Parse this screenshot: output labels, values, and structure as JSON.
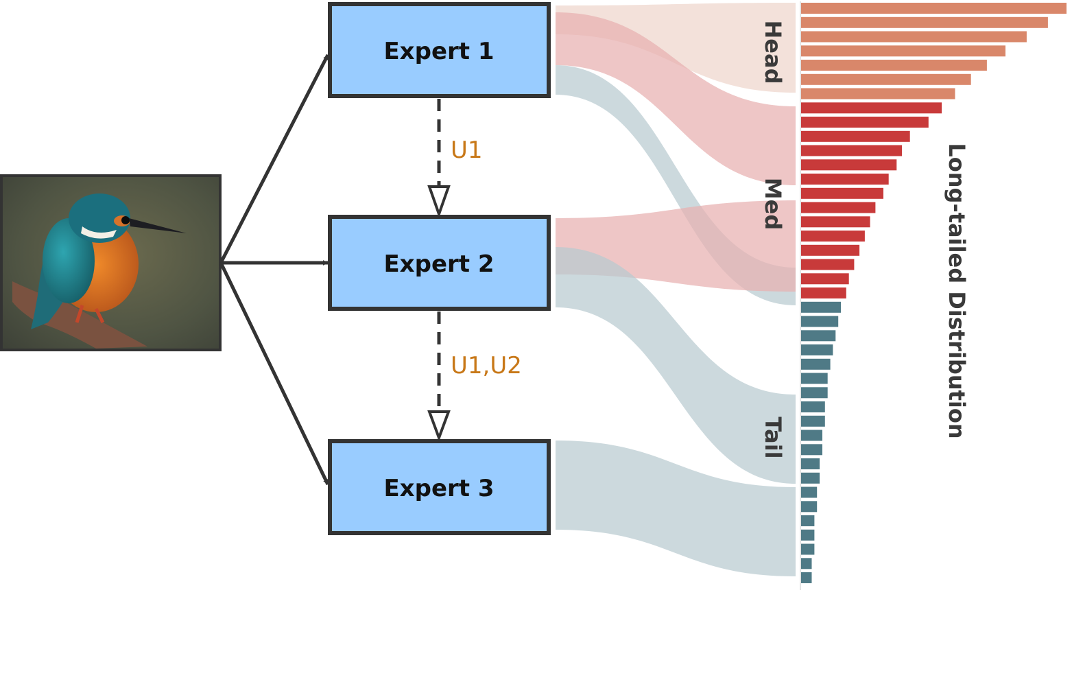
{
  "experts": [
    {
      "id": "e1",
      "label": "Expert 1"
    },
    {
      "id": "e2",
      "label": "Expert 2"
    },
    {
      "id": "e3",
      "label": "Expert 3"
    }
  ],
  "uncertainty_edges": [
    {
      "from": "e1",
      "to": "e2",
      "label": "U1"
    },
    {
      "from": "e2",
      "to": "e3",
      "label": "U1,U2"
    }
  ],
  "groups": [
    {
      "id": "head",
      "label": "Head",
      "color": "#d9876a",
      "flow_color": "#eed6cc"
    },
    {
      "id": "med",
      "label": "Med",
      "color": "#c83a3a",
      "flow_color": "#e8b0b0"
    },
    {
      "id": "tail",
      "label": "Tail",
      "color": "#4f7a86",
      "flow_color": "#b9cbd0"
    }
  ],
  "distribution_title": "Long-tailed Distribution",
  "input_image": {
    "subject": "kingfisher bird photo"
  },
  "colors": {
    "expert_fill": "#99ccff",
    "stroke": "#333333",
    "edge_label": "#c87818"
  },
  "chart_data": {
    "type": "bar",
    "orientation": "horizontal",
    "title": "Long-tailed Distribution",
    "groups": [
      {
        "name": "Head",
        "values": [
          100,
          93,
          85,
          77,
          70,
          64,
          58
        ]
      },
      {
        "name": "Med",
        "values": [
          53,
          48,
          41,
          38,
          36,
          33,
          31,
          28,
          26,
          24,
          22,
          20,
          18,
          17
        ]
      },
      {
        "name": "Tail",
        "values": [
          15,
          14,
          13,
          12,
          11,
          10,
          10,
          9,
          9,
          8,
          8,
          7,
          7,
          6,
          6,
          5,
          5,
          5,
          4,
          4
        ]
      }
    ]
  }
}
